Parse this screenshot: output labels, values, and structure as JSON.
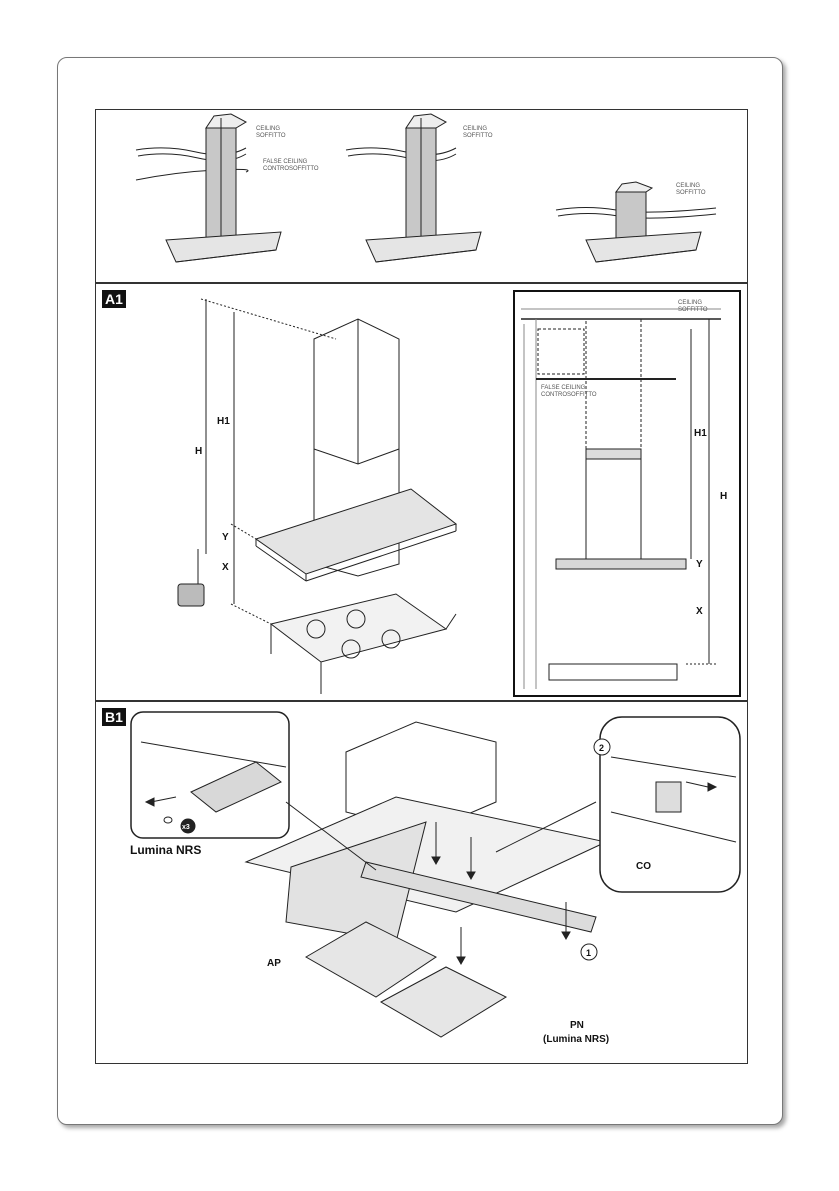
{
  "labels": {
    "ceiling": "CEILING",
    "soffitto": "SOFFITTO",
    "false_ceiling": "FALSE CEILING",
    "controsoffitto": "CONTROSOFFITTO"
  },
  "panel_a1": {
    "badge": "A1",
    "dim_h1": "H1",
    "dim_h": "H",
    "dim_y": "Y",
    "dim_x": "X"
  },
  "panel_b1": {
    "badge": "B1",
    "inset_caption": "Lumina NRS",
    "screws": "x3",
    "step1": "1",
    "step2": "2",
    "ap": "AP",
    "co": "CO",
    "pn": "PN",
    "pn_sub": "(Lumina NRS)"
  }
}
